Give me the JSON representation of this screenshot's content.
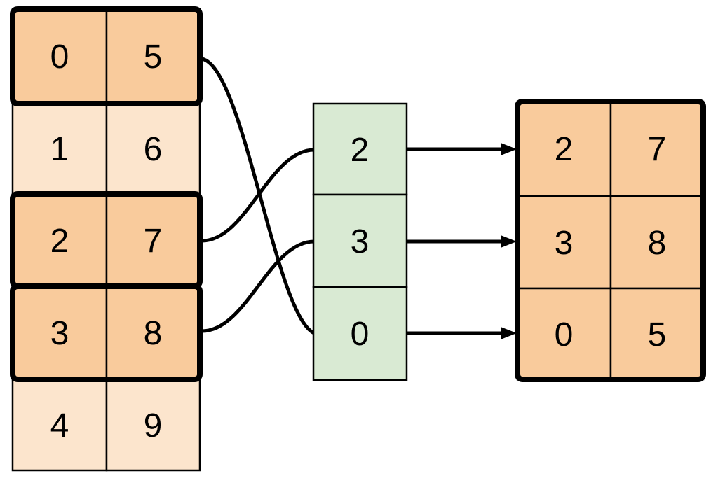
{
  "colors": {
    "highlight_fill": "#F9CB9C",
    "plain_fill": "#FCE5CD",
    "index_fill": "#D9EAD3",
    "line": "#000000",
    "background": "#FFFFFF"
  },
  "input_table": {
    "rows": [
      {
        "values": [
          "0",
          "5"
        ],
        "highlighted": true
      },
      {
        "values": [
          "1",
          "6"
        ],
        "highlighted": false
      },
      {
        "values": [
          "2",
          "7"
        ],
        "highlighted": true
      },
      {
        "values": [
          "3",
          "8"
        ],
        "highlighted": true
      },
      {
        "values": [
          "4",
          "9"
        ],
        "highlighted": false
      }
    ]
  },
  "index_column": {
    "values": [
      "2",
      "3",
      "0"
    ]
  },
  "output_table": {
    "rows": [
      {
        "values": [
          "2",
          "7"
        ]
      },
      {
        "values": [
          "3",
          "8"
        ]
      },
      {
        "values": [
          "0",
          "5"
        ]
      }
    ]
  },
  "connections": {
    "curves": [
      {
        "from_input_row": 0,
        "to_index_cell": 2
      },
      {
        "from_input_row": 2,
        "to_index_cell": 0
      },
      {
        "from_input_row": 3,
        "to_index_cell": 1
      }
    ],
    "arrows": [
      {
        "from_index_cell": 0,
        "to_output_row": 0
      },
      {
        "from_index_cell": 1,
        "to_output_row": 1
      },
      {
        "from_index_cell": 2,
        "to_output_row": 2
      }
    ]
  }
}
